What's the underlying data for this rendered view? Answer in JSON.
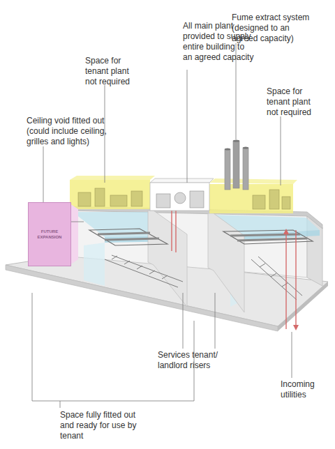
{
  "diagram": {
    "nodes": [
      {
        "text": [
          "FUTURE EXPANSION"
        ]
      }
    ],
    "labels": [
      "Space for tenant plant not required",
      "All main plant provided to supply entire building to an agreed capacity",
      "Fume extract system (designed to an agreed capacity)",
      "Space for tenant plant not required",
      "Ceiling void fitted out (could include ceiling, grilles and lights)",
      "Services tenant/ landlord risers",
      "Incoming utilities",
      "Space fully fitted out and ready for use by tenant"
    ]
  }
}
